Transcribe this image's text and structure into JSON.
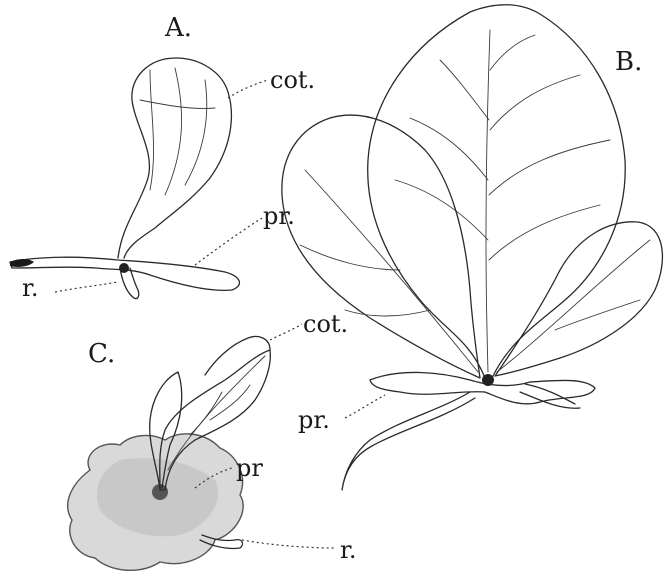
{
  "figure": {
    "panels": [
      {
        "letter": "A."
      },
      {
        "letter": "B."
      },
      {
        "letter": "C."
      }
    ],
    "labels": {
      "a_cot": "cot.",
      "a_pr": "pr.",
      "a_r": "r.",
      "b_pr": "pr.",
      "c_cot": "cot.",
      "c_pr": "pr",
      "c_r": "r."
    }
  }
}
